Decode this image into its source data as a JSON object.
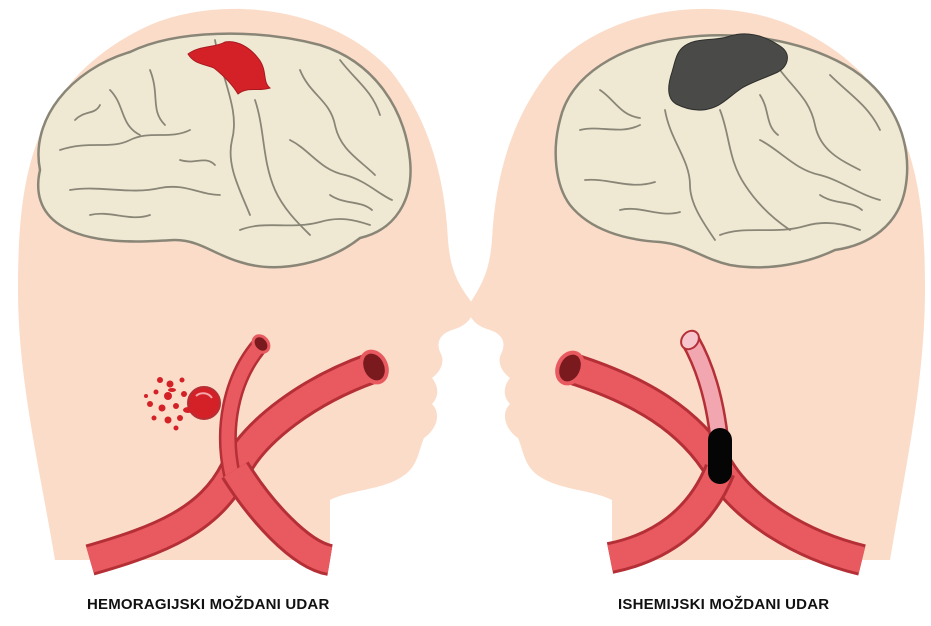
{
  "panels": [
    {
      "id": "hemorrhagic",
      "caption": "HEMORAGIJSKI MOŽDANI UDAR",
      "lesion_color": "#d42128"
    },
    {
      "id": "ischemic",
      "caption": "ISHEMIJSKI MOŽDANI UDAR",
      "lesion_color": "#4a4a48"
    }
  ],
  "colors": {
    "skin": "#fbdcc8",
    "brain_fill": "#efe9d4",
    "brain_stroke": "#8a8677",
    "artery": "#e85a5f",
    "artery_dark": "#b52f36",
    "artery_light": "#f2a6b0",
    "clot": "#050505",
    "blood": "#d42128"
  }
}
